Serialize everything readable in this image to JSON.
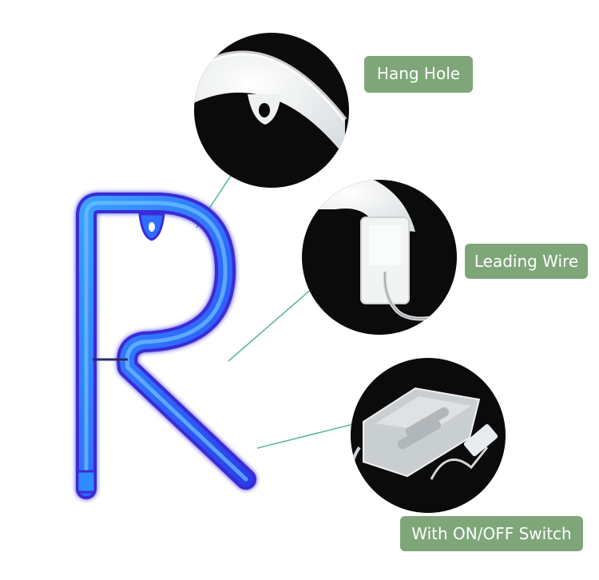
{
  "labels": {
    "hang_hole": "Hang Hole",
    "leading_wire": "Leading Wire",
    "switch": "With ON/OFF Switch"
  },
  "colors": {
    "label_bg": "#7ea679",
    "label_text": "#ffffff",
    "neon_blue": "#2f6dff",
    "neon_edge": "#3a2bd6",
    "callout_line": "#5fb8a0",
    "detail_bg": "#0b0b0b"
  },
  "subject": "neon letter R sign"
}
